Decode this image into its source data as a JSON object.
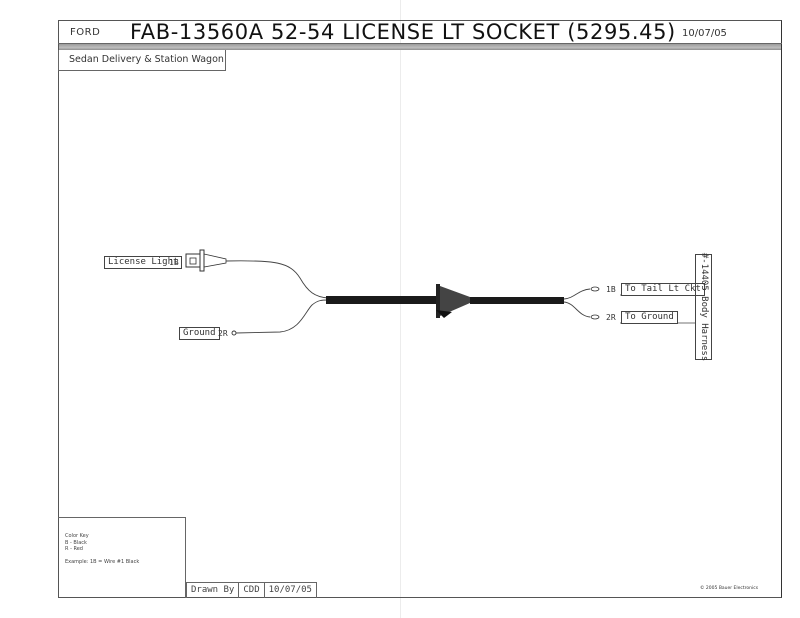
{
  "header": {
    "maker": "FORD",
    "title": "FAB-13560A  52-54 LICENSE LT SOCKET (5295.45)",
    "date": "10/07/05"
  },
  "subtitle": "Sedan Delivery & Station Wagon",
  "diagram": {
    "left_connections": [
      {
        "label": "License Light",
        "wire_code": "1B",
        "terminal": "socket"
      },
      {
        "label": "Ground",
        "wire_code": "2R",
        "terminal": "ring"
      }
    ],
    "right_connections": [
      {
        "wire_code": "1B",
        "label": "To Tail Lt Ckt"
      },
      {
        "wire_code": "2R",
        "label": "To Ground"
      }
    ],
    "harness_label": "#-14405 Body Harness"
  },
  "color_key": {
    "title": "Color Key",
    "entries": [
      "B - Black",
      "R - Red"
    ],
    "example": "Example: 1B = Wire #1 Black"
  },
  "title_block": {
    "drawn_by_label": "Drawn By",
    "drawn_by": "CDD",
    "date": "10/07/05"
  },
  "copyright": "© 2005 Bauer Electronics"
}
